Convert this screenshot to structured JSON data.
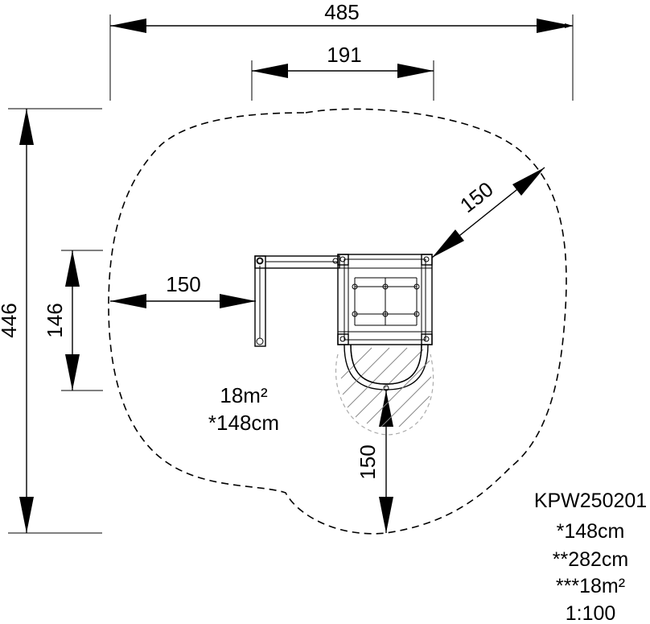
{
  "dimensions": {
    "total_width": "485",
    "platform_width": "191",
    "total_depth": "446",
    "side_depth": "146",
    "left_clearance": "150",
    "diagonal_clearance": "150",
    "bottom_clearance": "150"
  },
  "area": {
    "surface": "18m²",
    "fall_height": "*148cm"
  },
  "info": {
    "code": "KPW250201",
    "fall_height": "*148cm",
    "total_height": "**282cm",
    "surface": "***18m²",
    "scale": "1:100"
  }
}
